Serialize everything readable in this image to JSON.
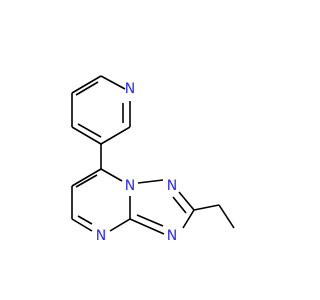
{
  "structure": {
    "colors": {
      "bond": "#000000",
      "nitrogen": "#2929ff",
      "background": "#ffffff"
    },
    "atoms": {
      "n_pyridine": "N",
      "n_triazole_1": "N",
      "n_triazole_2": "N",
      "n_triazole_3": "N",
      "n_pyrimidine": "N"
    }
  }
}
